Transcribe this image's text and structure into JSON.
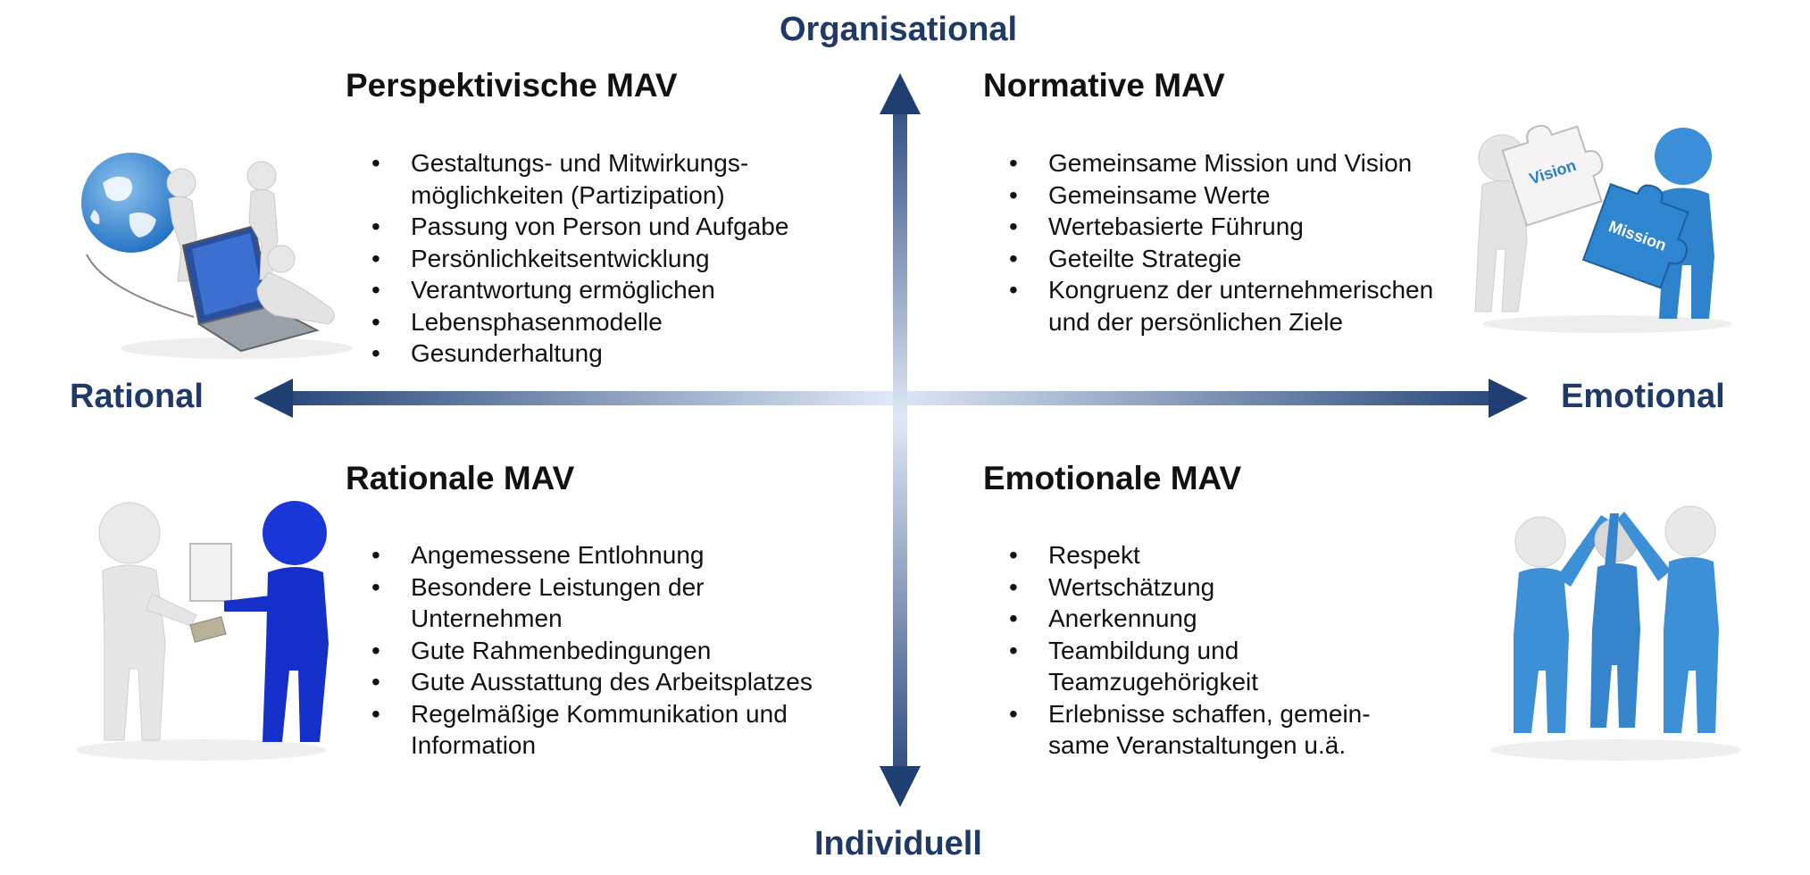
{
  "axes": {
    "top": "Organisational",
    "bottom": "Individuell",
    "left": "Rational",
    "right": "Emotional"
  },
  "quadrants": {
    "top_left": {
      "title": "Perspektivische MAV",
      "items": [
        "Gestaltungs- und Mitwirkungs-\nmöglichkeiten (Partizipation)",
        "Passung von Person und Aufgabe",
        "Persönlichkeitsentwicklung",
        "Verantwortung ermöglichen",
        "Lebensphasenmodelle",
        "Gesunderhaltung"
      ]
    },
    "top_right": {
      "title": "Normative MAV",
      "items": [
        "Gemeinsame Mission und Vision",
        "Gemeinsame Werte",
        "Wertebasierte Führung",
        "Geteilte Strategie",
        "Kongruenz der unternehmerischen\nund der persönlichen Ziele"
      ]
    },
    "bottom_left": {
      "title": "Rationale MAV",
      "items": [
        "Angemessene Entlohnung",
        "Besondere Leistungen der\nUnternehmen",
        "Gute Rahmenbedingungen",
        "Gute Ausstattung des Arbeitsplatzes",
        "Regelmäßige Kommunikation und\nInformation"
      ]
    },
    "bottom_right": {
      "title": "Emotionale MAV",
      "items": [
        "Respekt",
        "Wertschätzung",
        "Anerkennung",
        "Teambildung und\nTeamzugehörigkeit",
        "Erlebnisse schaffen, gemein-\nsame Veranstaltungen u.ä."
      ]
    }
  },
  "illustrations": {
    "top_left": "globe-laptop-figures-icon",
    "top_right": "puzzle-vision-mission-icon",
    "top_right_puzzle_labels": [
      "Vision",
      "Mission"
    ],
    "bottom_left": "money-exchange-figures-icon",
    "bottom_right": "team-high-five-icon"
  },
  "colors": {
    "axis_dark": "#1f3f73",
    "axis_light": "#dfe8f5",
    "axis_label": "#1f3a68",
    "accent_blue": "#2a7cc7",
    "figure_blue": "#1a35d8",
    "figure_light_blue": "#3d8fd6"
  }
}
